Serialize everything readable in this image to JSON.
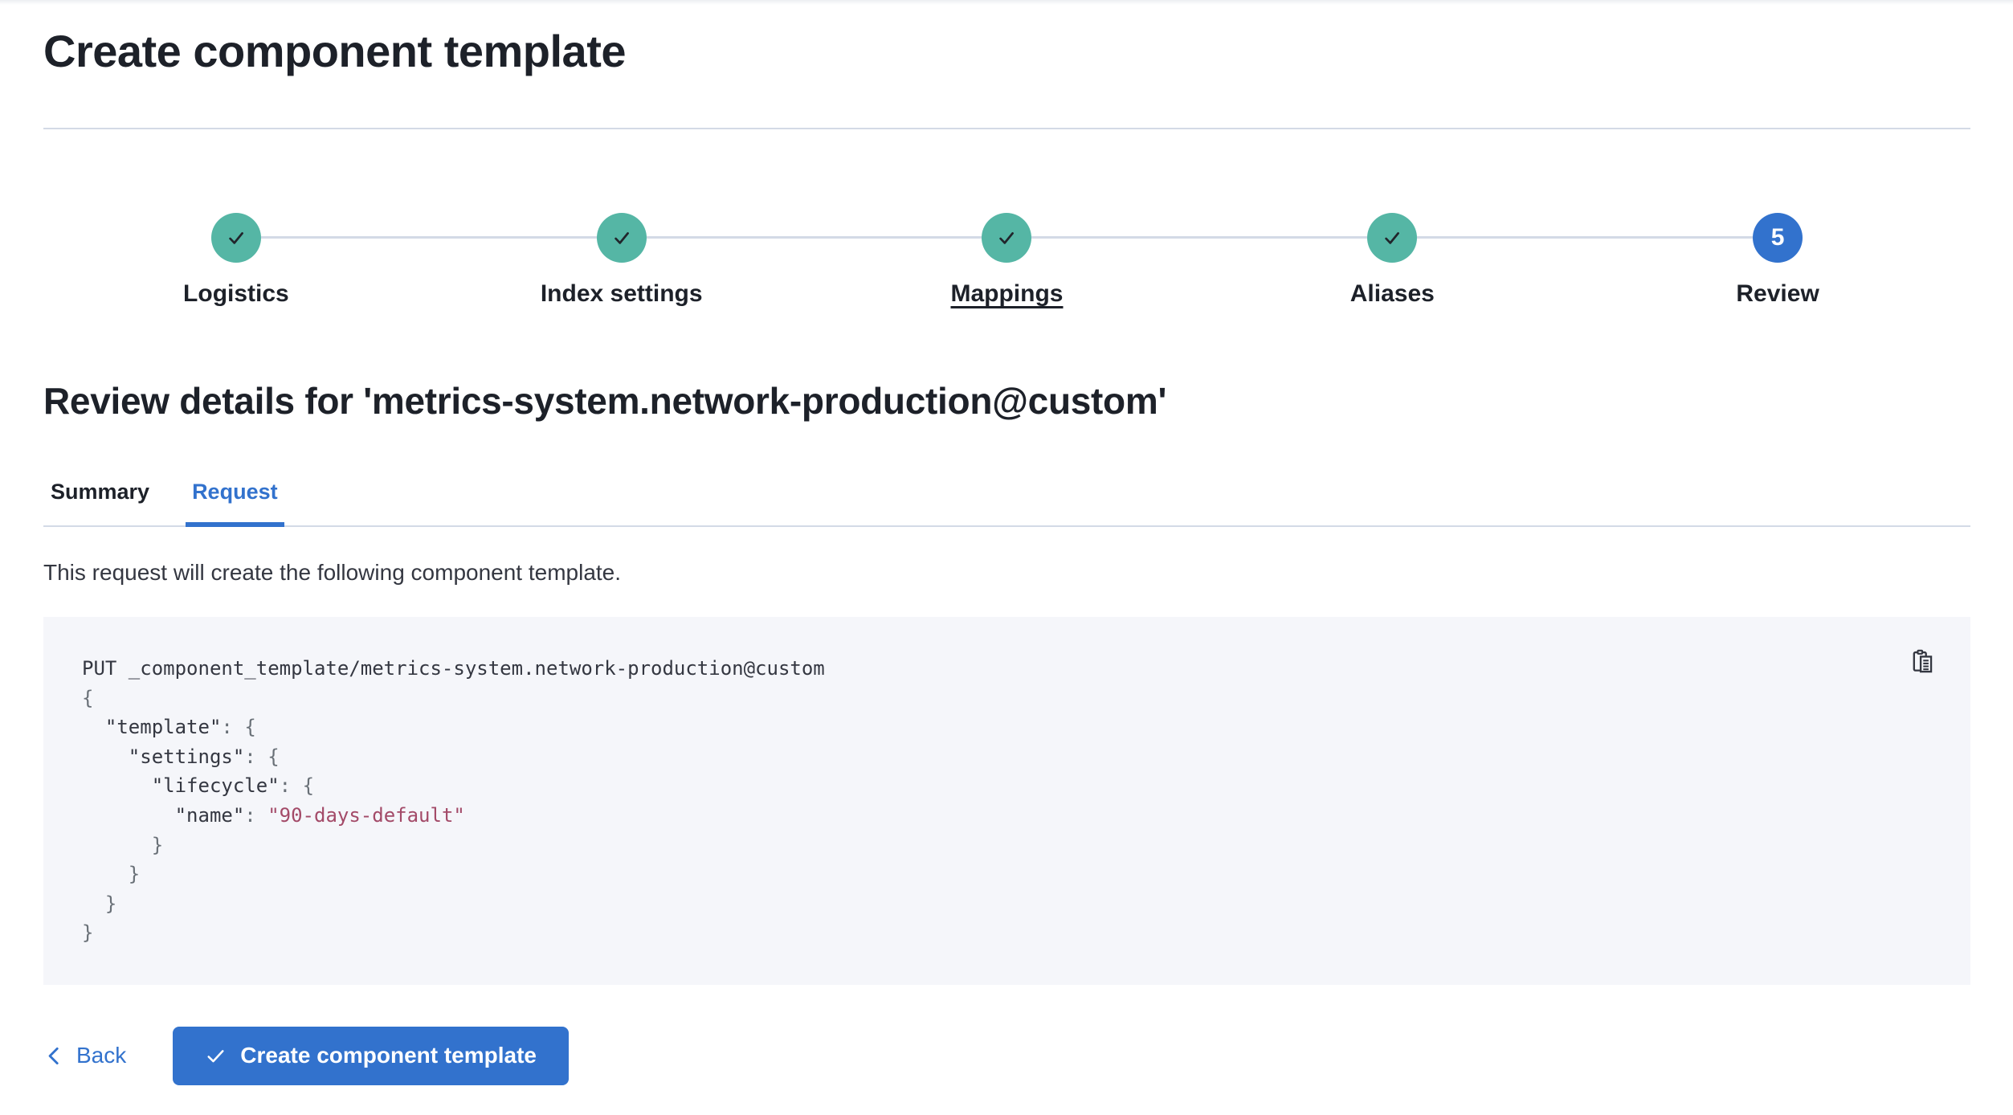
{
  "colors": {
    "accent": "#3272cd",
    "teal": "#55b6a5",
    "line": "#d3dae6",
    "heading": "#1d2129",
    "text": "#343741",
    "codebg": "#f5f6fa",
    "codepunct": "#697077",
    "codestring": "#a34a68",
    "checkdark": "#21252b"
  },
  "page": {
    "title": "Create component template"
  },
  "stepper": {
    "steps": [
      {
        "label": "Logistics",
        "status": "complete"
      },
      {
        "label": "Index settings",
        "status": "complete"
      },
      {
        "label": "Mappings",
        "status": "complete",
        "underlined": true
      },
      {
        "label": "Aliases",
        "status": "complete"
      },
      {
        "label": "Review",
        "status": "current",
        "number": "5"
      }
    ]
  },
  "review": {
    "heading": "Review details for 'metrics-system.network-production@custom'",
    "tabs": [
      {
        "label": "Summary",
        "active": false
      },
      {
        "label": "Request",
        "active": true
      }
    ],
    "description": "This request will create the following component template."
  },
  "request_preview": {
    "copy_icon": "copy-clipboard-icon",
    "lines": [
      [
        {
          "t": "PUT _component_template/metrics-system.network-production@custom",
          "c": "plain"
        }
      ],
      [
        {
          "t": "{",
          "c": "punct"
        }
      ],
      [
        {
          "t": "  ",
          "c": "plain"
        },
        {
          "t": "\"template\"",
          "c": "key"
        },
        {
          "t": ": ",
          "c": "punct"
        },
        {
          "t": "{",
          "c": "punct"
        }
      ],
      [
        {
          "t": "    ",
          "c": "plain"
        },
        {
          "t": "\"settings\"",
          "c": "key"
        },
        {
          "t": ": ",
          "c": "punct"
        },
        {
          "t": "{",
          "c": "punct"
        }
      ],
      [
        {
          "t": "      ",
          "c": "plain"
        },
        {
          "t": "\"lifecycle\"",
          "c": "key"
        },
        {
          "t": ": ",
          "c": "punct"
        },
        {
          "t": "{",
          "c": "punct"
        }
      ],
      [
        {
          "t": "        ",
          "c": "plain"
        },
        {
          "t": "\"name\"",
          "c": "key"
        },
        {
          "t": ": ",
          "c": "punct"
        },
        {
          "t": "\"90-days-default\"",
          "c": "string"
        }
      ],
      [
        {
          "t": "      }",
          "c": "punct"
        }
      ],
      [
        {
          "t": "    }",
          "c": "punct"
        }
      ],
      [
        {
          "t": "  }",
          "c": "punct"
        }
      ],
      [
        {
          "t": "}",
          "c": "punct"
        }
      ]
    ]
  },
  "footer": {
    "back_label": "Back",
    "create_label": "Create component template"
  }
}
